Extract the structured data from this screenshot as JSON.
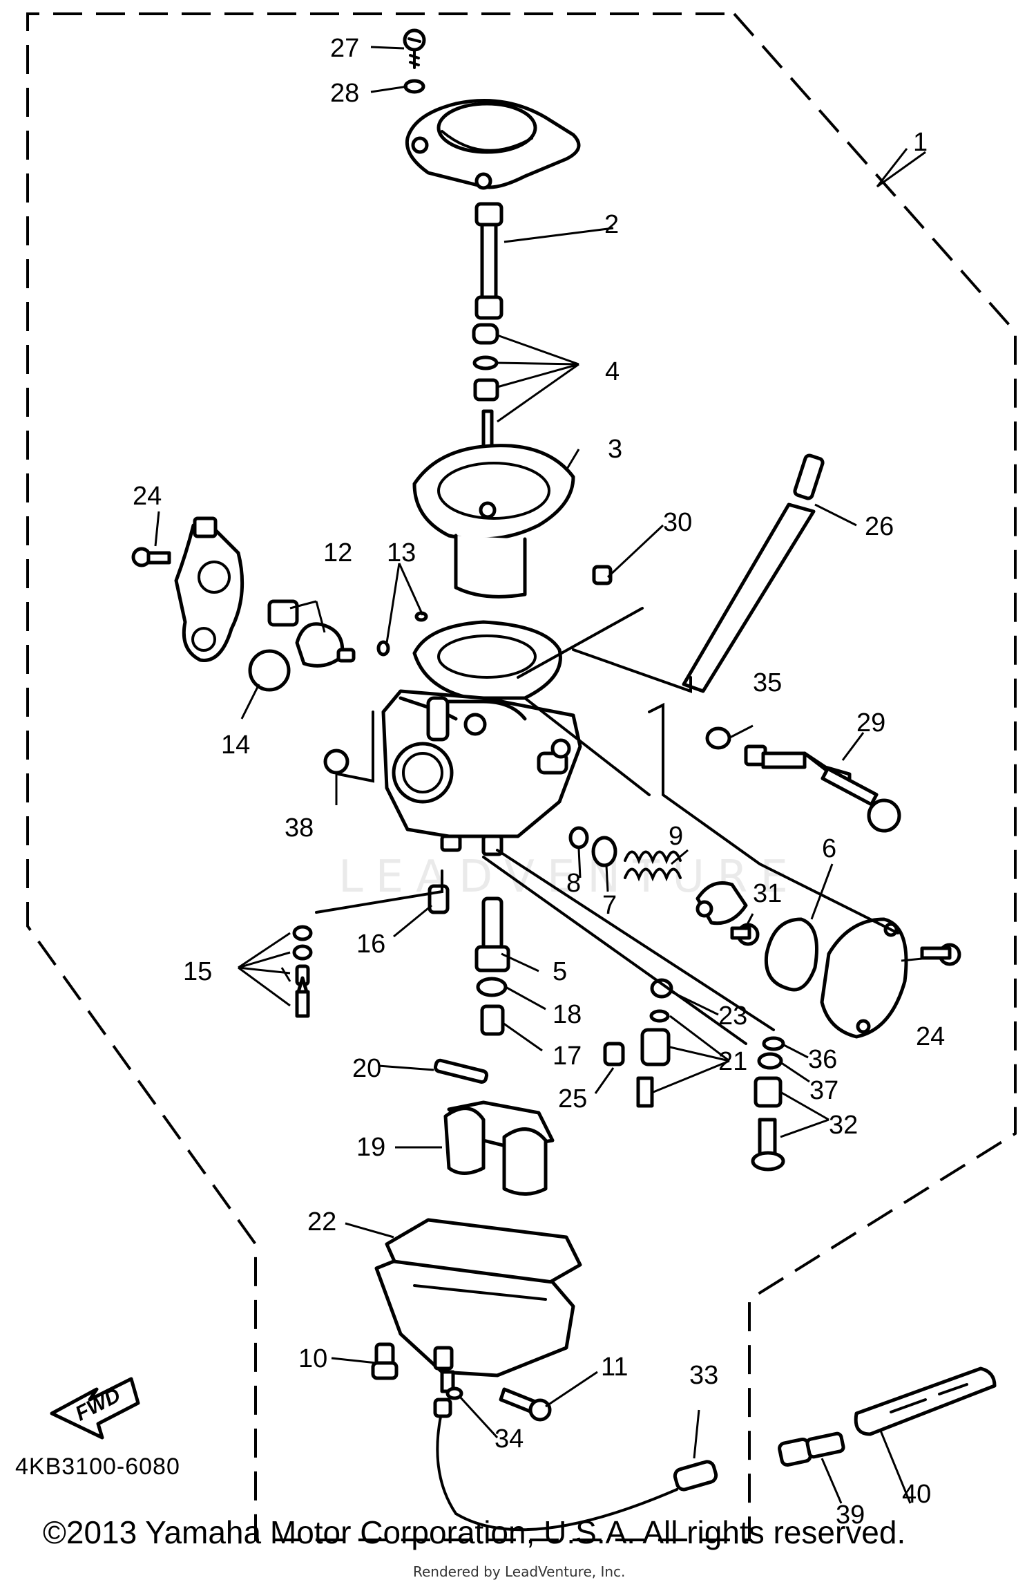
{
  "diagram": {
    "part_number": "4KB3100-6080",
    "copyright": "©2013 Yamaha Motor Corporation, U.S.A. All rights reserved.",
    "rendered_by": "Rendered by LeadVenture, Inc.",
    "watermark": "LEADVENTURE",
    "direction_arrow": "FWD",
    "callouts": [
      "1",
      "2",
      "3",
      "4",
      "5",
      "6",
      "7",
      "8",
      "9",
      "10",
      "11",
      "12",
      "13",
      "14",
      "15",
      "16",
      "17",
      "18",
      "19",
      "20",
      "21",
      "22",
      "23",
      "24",
      "24",
      "25",
      "26",
      "27",
      "28",
      "29",
      "30",
      "31",
      "32",
      "33",
      "34",
      "35",
      "36",
      "37",
      "38",
      "39",
      "40"
    ]
  }
}
